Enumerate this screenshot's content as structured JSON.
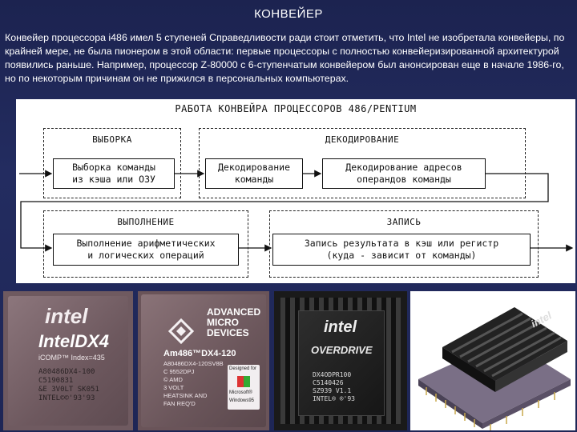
{
  "slide": {
    "title": "КОНВЕЙЕР",
    "text": "Конвейер процессора i486 имел 5 ступеней Справедливости ради стоит отметить, что Intel не изобретала конвейеры, по крайней мере, не была пионером в этой области: первые процессоры с полностью конвейеризированной архитектурой появились раньше. Например, процессор Z-80000 с 6-ступенчатым конвейером был анонсирован еще в начале 1986-го, но по некоторым причинам он не прижился в персональных компьютерах."
  },
  "diagram": {
    "title": "РАБОТА КОНВЕЙРА ПРОЦЕССОРОВ 486/PENTIUM",
    "groups": {
      "fetch": "ВЫБОРКА",
      "decode": "ДЕКОДИРОВАНИЕ",
      "execute": "ВЫПОЛНЕНИЕ",
      "write": "ЗАПИСЬ"
    },
    "boxes": {
      "fetch_line1": "Выборка команды",
      "fetch_line2": "из кэша или ОЗУ",
      "decode_line1": "Декодирование",
      "decode_line2": "команды",
      "operand_line1": "Декодирование адресов",
      "operand_line2": "операндов команды",
      "exec_line1": "Выполнение арифметических",
      "exec_line2": "и логических операций",
      "write_line1": "Запись результата в кэш или регистр",
      "write_line2": "(куда - зависит от команды)"
    }
  },
  "photos": {
    "chip1": {
      "brand": "intel",
      "name": "IntelDX4",
      "sub": "iCOMP™ Index=435",
      "code1": "A80486DX4-100",
      "code2": "C5190831",
      "code3": "&E 3V0LT SK051",
      "code4": "INTEL©©'93'93"
    },
    "chip2": {
      "line1": "ADVANCED",
      "line2": "MICRO",
      "line3": "DEVICES",
      "model": "Am486™DX4-120",
      "code1": "A80486DX4-120SV8B",
      "code2": "C 9552DPJ",
      "code3": "© AMD",
      "code4": "3 VOLT",
      "code5": "HEATSINK AND",
      "code6": "FAN REQ'D",
      "badge1": "Designed for",
      "badge2": "Microsoft®",
      "badge3": "Windows95"
    },
    "chip3": {
      "brand": "intel",
      "name": "OVERDRIVE",
      "code1": "DX4ODPR100",
      "code2": "C5140426",
      "code3": "SZ939 V1.1",
      "code4": "INTEL® ®'93"
    },
    "chip4": {
      "brand": "intel"
    }
  }
}
